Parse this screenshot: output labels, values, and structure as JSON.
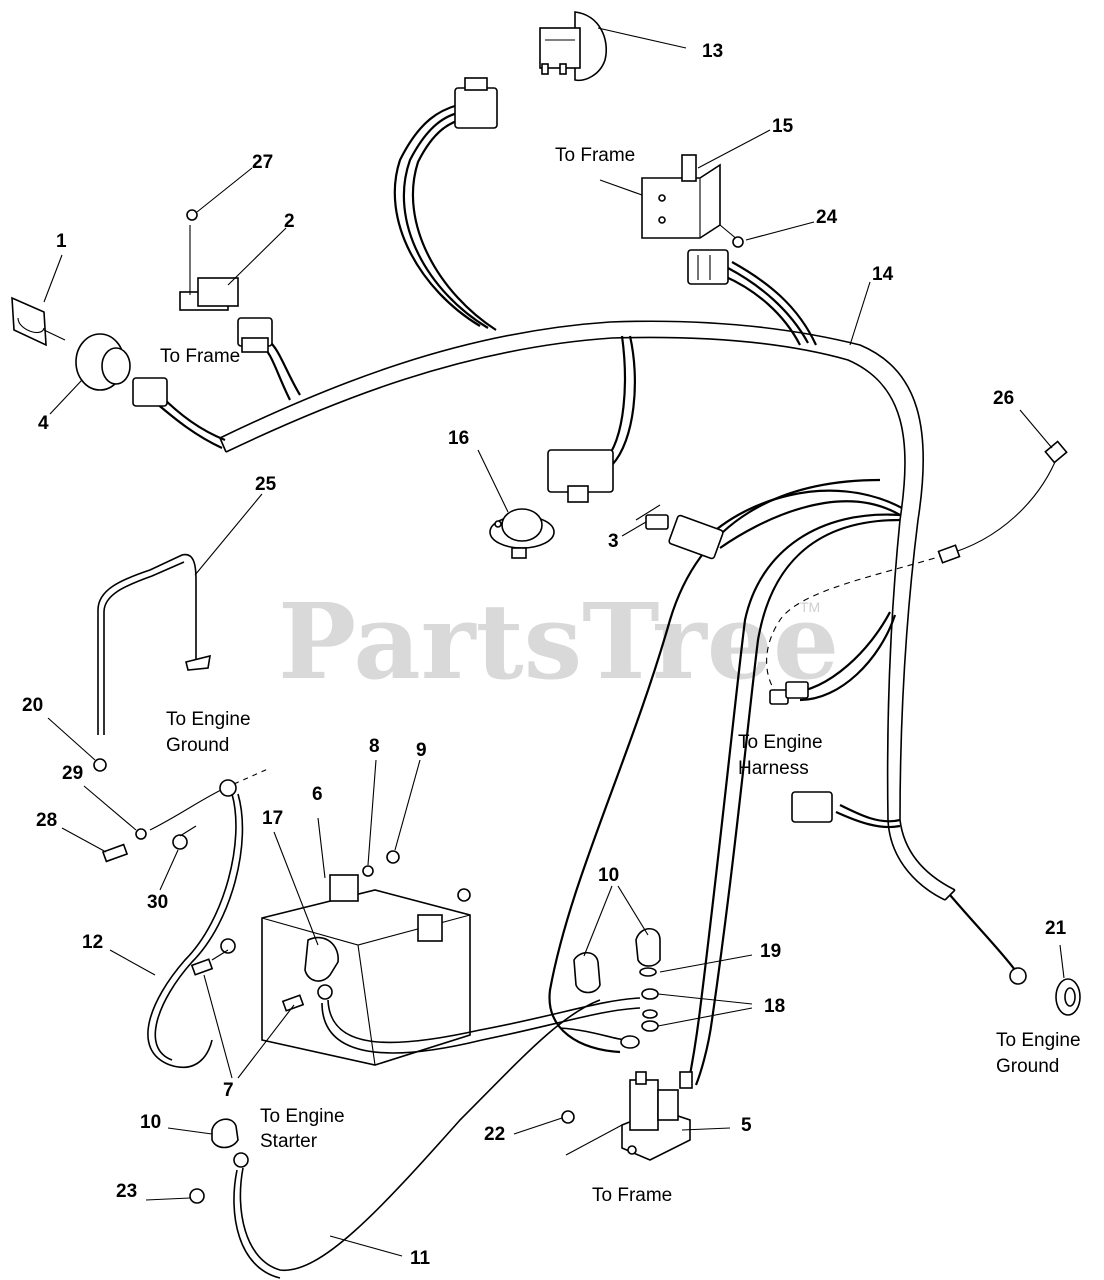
{
  "watermark": {
    "text": "PartsTree",
    "trademark": "TM"
  },
  "callouts": {
    "n1": "1",
    "n2": "2",
    "n3": "3",
    "n4": "4",
    "n5": "5",
    "n6": "6",
    "n7": "7",
    "n8": "8",
    "n9": "9",
    "n10a": "10",
    "n10b": "10",
    "n11": "11",
    "n12": "12",
    "n13": "13",
    "n14": "14",
    "n15": "15",
    "n16": "16",
    "n17": "17",
    "n18": "18",
    "n19": "19",
    "n20": "20",
    "n21": "21",
    "n22": "22",
    "n23": "23",
    "n24": "24",
    "n25": "25",
    "n26": "26",
    "n27": "27",
    "n28": "28",
    "n29": "29",
    "n30": "30"
  },
  "notes": {
    "frame_top": "To Frame",
    "frame_left": "To Frame",
    "frame_bottom": "To Frame",
    "engine_ground_left_1": "To Engine",
    "engine_ground_left_2": "Ground",
    "engine_harness_1": "To Engine",
    "engine_harness_2": "Harness",
    "engine_ground_right_1": "To Engine",
    "engine_ground_right_2": "Ground",
    "engine_starter_1": "To Engine",
    "engine_starter_2": "Starter"
  }
}
